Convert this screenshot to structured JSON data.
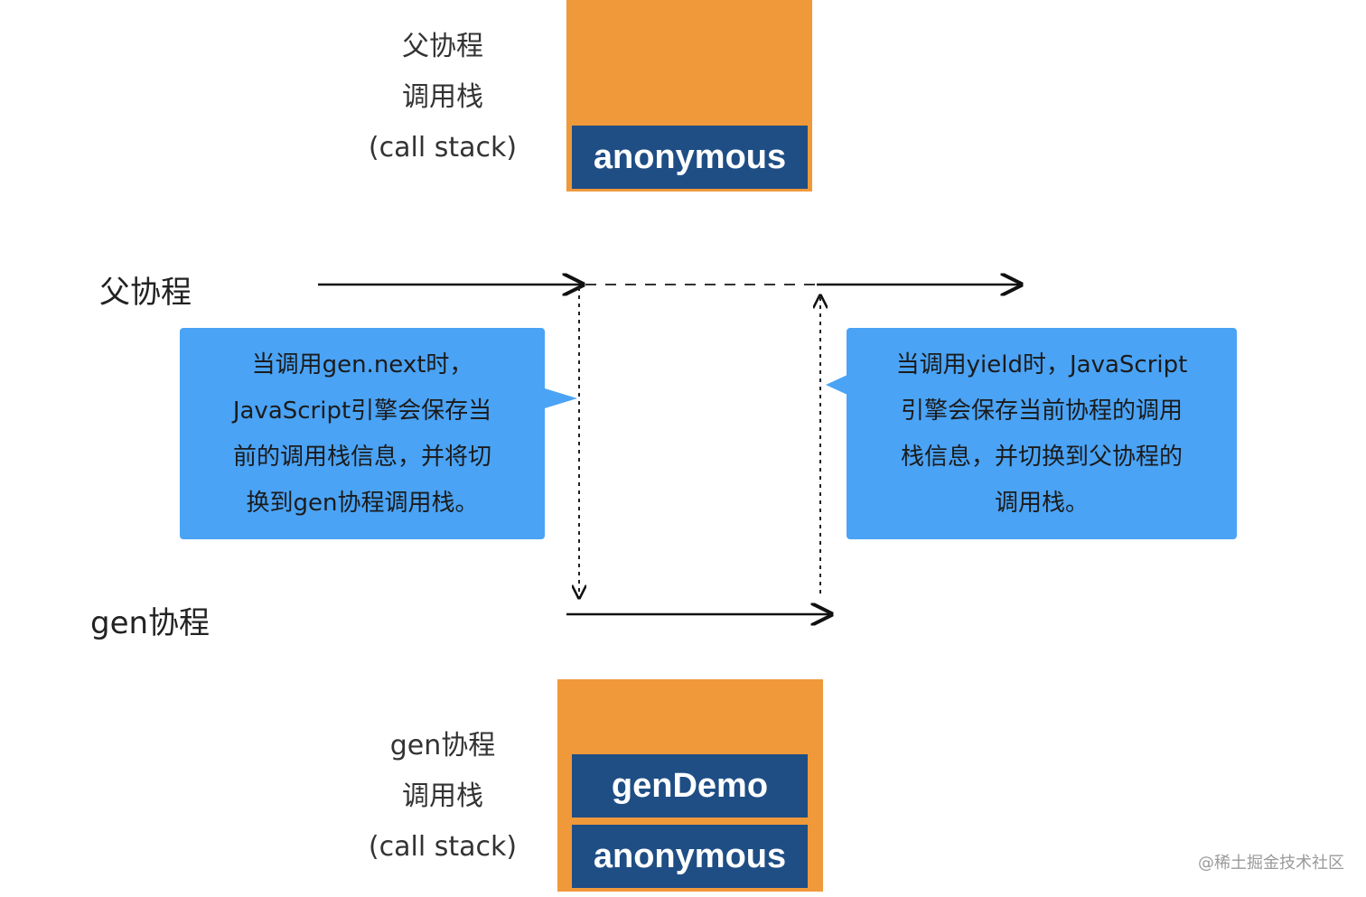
{
  "parent_stack": {
    "label_lines": [
      "父协程",
      "调用栈",
      "(call stack)"
    ],
    "frames": [
      "anonymous"
    ]
  },
  "lanes": {
    "parent": "父协程",
    "gen": "gen协程"
  },
  "bubbles": {
    "left_lines": [
      "当调用gen.next时，",
      "JavaScript引擎会保存当",
      "前的调用栈信息，并将切",
      "换到gen协程调用栈。"
    ],
    "right_lines": [
      "当调用yield时，JavaScript",
      "引擎会保存当前协程的调用",
      "栈信息，并切换到父协程的",
      "调用栈。"
    ]
  },
  "gen_stack": {
    "label_lines": [
      "gen协程",
      "调用栈",
      "(call stack)"
    ],
    "frames": [
      "genDemo",
      "anonymous"
    ]
  },
  "colors": {
    "stack": "#f0993a",
    "frame": "#1f4e85",
    "bubble": "#4aa3f5"
  },
  "watermark": "@稀土掘金技术社区"
}
